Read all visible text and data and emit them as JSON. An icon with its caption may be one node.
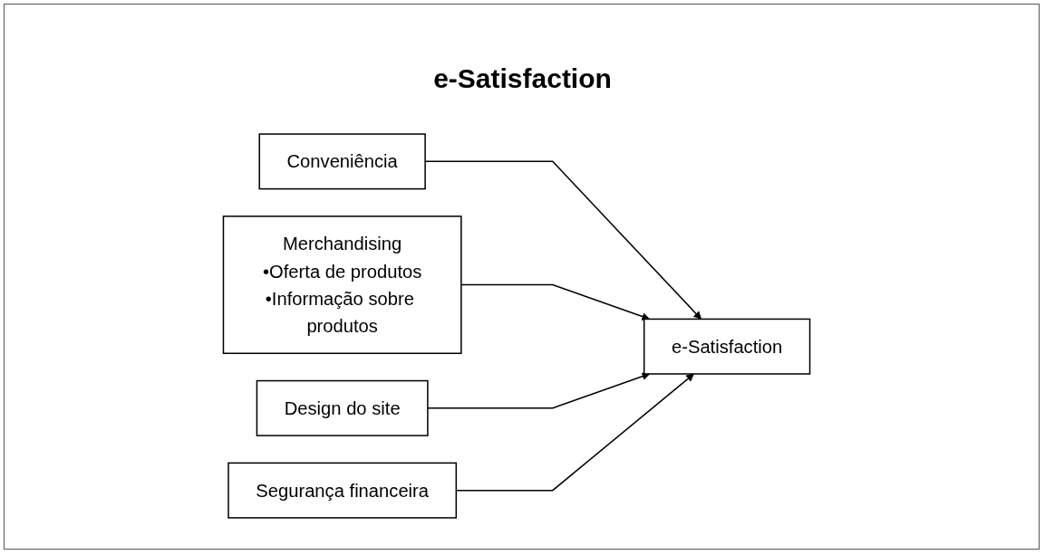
{
  "diagram": {
    "title": "e-Satisfaction",
    "nodes": [
      {
        "text": [
          "Conveniência"
        ]
      },
      {
        "text": [
          "Merchandising",
          "•Oferta de produtos",
          "•Informação sobre produtos"
        ]
      },
      {
        "text": [
          "Design do site"
        ]
      },
      {
        "text": [
          "Segurança financeira"
        ]
      },
      {
        "text": [
          "e-Satisfaction"
        ]
      }
    ],
    "edges": [
      {
        "from": 0,
        "to": 4,
        "arrow": "to"
      },
      {
        "from": 1,
        "to": 4,
        "arrow": "to"
      },
      {
        "from": 2,
        "to": 4,
        "arrow": "to"
      },
      {
        "from": 3,
        "to": 4,
        "arrow": "to"
      }
    ]
  }
}
